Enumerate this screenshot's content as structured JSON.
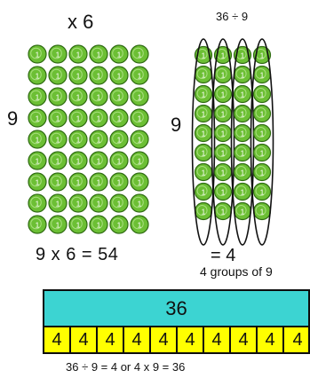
{
  "left_array": {
    "title": "x 6",
    "rows_label": "9",
    "rows": 9,
    "cols": 6,
    "counter_text": "1",
    "equation": "9 x 6 = 54"
  },
  "right_array": {
    "title": "36 ÷ 9",
    "rows_label": "9",
    "groups": 4,
    "per_group": 9,
    "counter_text": "1",
    "result": "= 4",
    "caption": "4 groups of 9"
  },
  "bar_model": {
    "total": "36",
    "parts": [
      "4",
      "4",
      "4",
      "4",
      "4",
      "4",
      "4",
      "4",
      "4",
      "4"
    ]
  },
  "bottom_equation": "36 ÷ 9 = 4   or   4 x 9 = 36",
  "colors": {
    "counter_fill": "#6cbf34",
    "counter_edge": "#2f6b12",
    "total_bar": "#3cd4d2",
    "parts_bar": "#ffff00"
  }
}
